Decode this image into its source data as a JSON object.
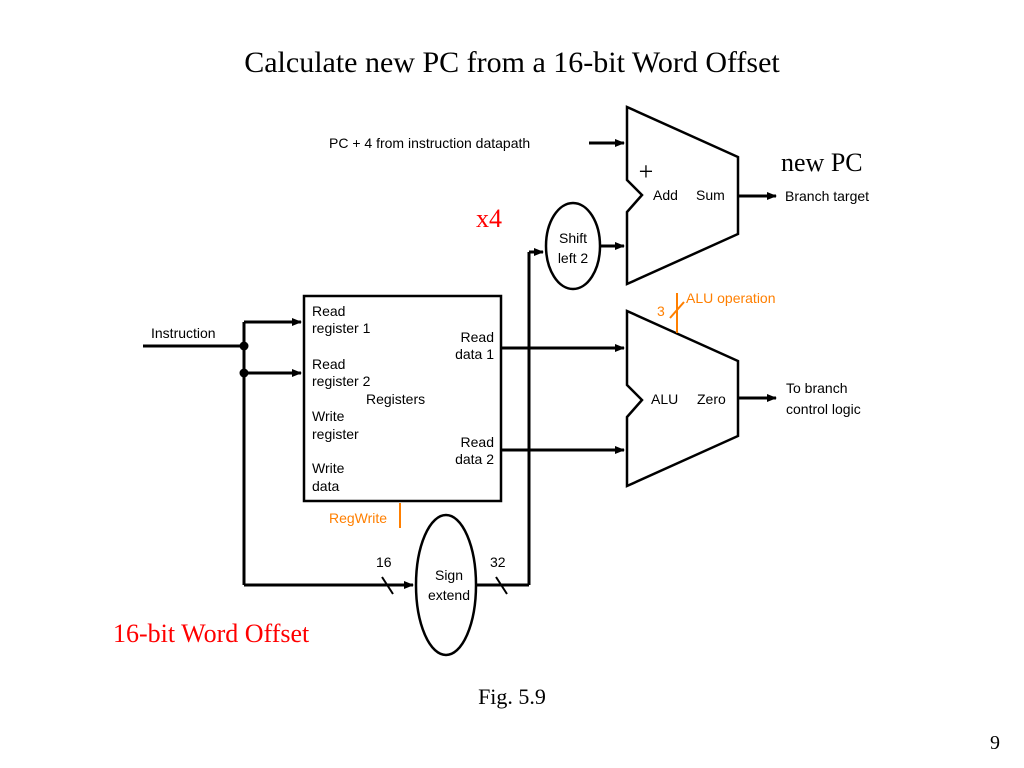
{
  "slide": {
    "title": "Calculate new PC from a 16-bit Word Offset",
    "caption": "Fig. 5.9",
    "page_number": "9"
  },
  "annotations": {
    "new_pc": "new PC",
    "x4": "x4",
    "word_offset": "16-bit Word Offset",
    "plus": "+"
  },
  "diagram": {
    "pc_input": "PC + 4 from instruction datapath",
    "branch_target": "Branch target",
    "add_label": "Add",
    "sum_label": "Sum",
    "shift_line1": "Shift",
    "shift_line2": "left 2",
    "alu_operation": "ALU operation",
    "alu_op_width": "3",
    "alu_label": "ALU",
    "zero_label": "Zero",
    "to_branch_line1": "To branch",
    "to_branch_line2": "control logic",
    "instruction": "Instruction",
    "registers": {
      "read_reg1_l1": "Read",
      "read_reg1_l2": "register 1",
      "read_reg2_l1": "Read",
      "read_reg2_l2": "register 2",
      "write_reg_l1": "Write",
      "write_reg_l2": "register",
      "write_data_l1": "Write",
      "write_data_l2": "data",
      "read_data1_l1": "Read",
      "read_data1_l2": "data 1",
      "read_data2_l1": "Read",
      "read_data2_l2": "data 2",
      "title": "Registers"
    },
    "regwrite": "RegWrite",
    "sign_line1": "Sign",
    "sign_line2": "extend",
    "width_in": "16",
    "width_out": "32"
  },
  "colors": {
    "control_signal": "#ff7f00",
    "annotation": "#ff0000",
    "wire": "#000000"
  }
}
